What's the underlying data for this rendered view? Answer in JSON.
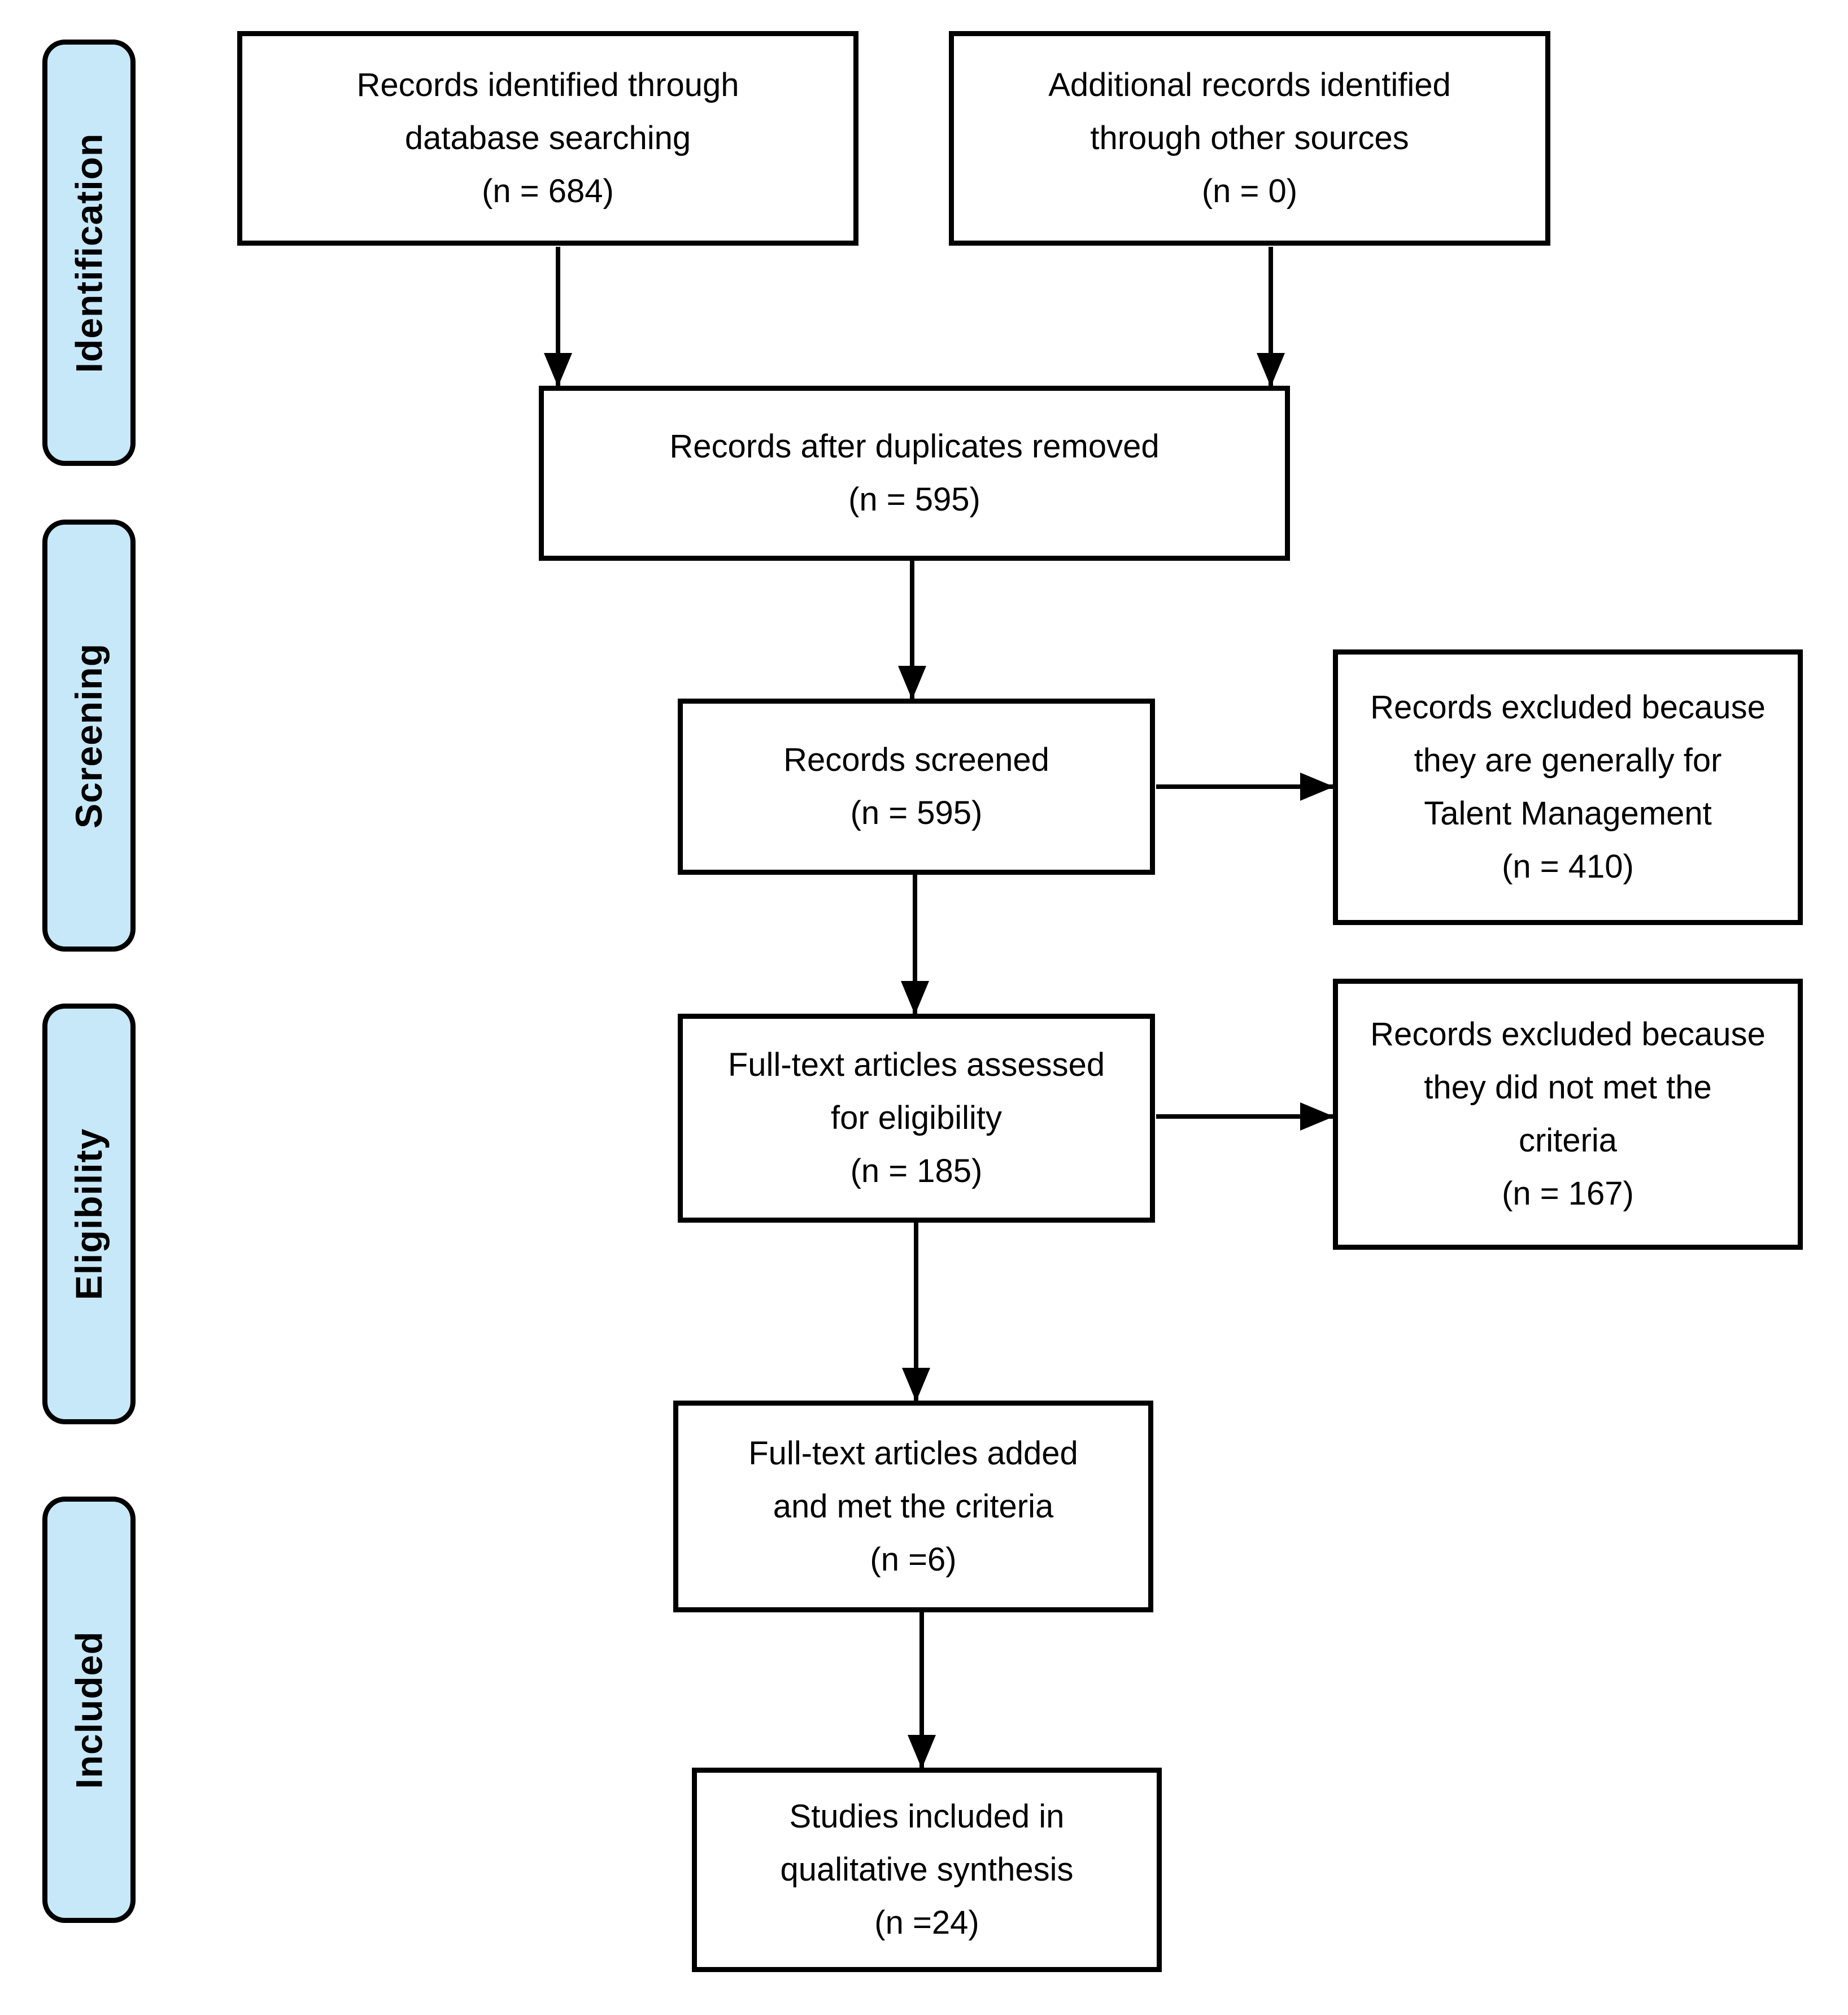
{
  "colors": {
    "stage_fill": "#c6e8f8",
    "box_fill": "#ffffff",
    "line": "#000000",
    "text": "#000000",
    "background": "#ffffff"
  },
  "stages": [
    {
      "label": "Identification"
    },
    {
      "label": "Screening"
    },
    {
      "label": "Eligibility"
    },
    {
      "label": "Included"
    }
  ],
  "boxes": {
    "identified": "Records identified through\ndatabase searching\n(n = 684)",
    "additional": "Additional records identified\nthrough other sources\n(n = 0)",
    "duplicates_removed": "Records after duplicates removed\n(n = 595)",
    "screened": "Records screened\n(n = 595)",
    "excluded_screening": "Records excluded because\nthey are generally for\nTalent Management\n(n = 410)",
    "fulltext_assessed": "Full-text articles assessed\nfor eligibility\n(n = 185)",
    "excluded_eligibility": "Records excluded because\nthey did not met the\ncriteria\n(n = 167)",
    "fulltext_added": "Full-text articles added\nand met the criteria\n(n =6)",
    "studies_included": "Studies included in\nqualitative synthesis\n(n =24)"
  }
}
